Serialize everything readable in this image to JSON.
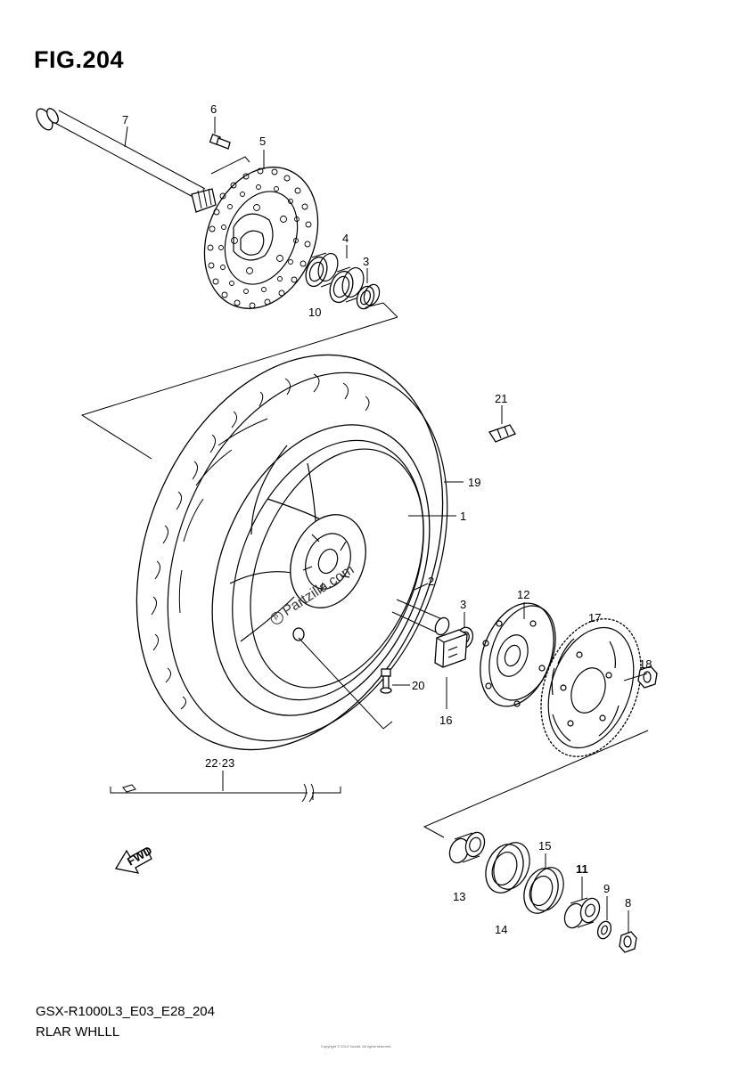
{
  "title": "FIG.204",
  "model_code": "GSX-R1000L3_E03_E28_204",
  "section_name": "RLAR WHLLL",
  "watermark": "Partzilla.com",
  "watermark_mark": "P",
  "copyright": "Copyright © 2013 Suzuki. All rights reserved.",
  "callouts": {
    "c1": "1",
    "c2": "2",
    "c3a": "3",
    "c3b": "3",
    "c4": "4",
    "c5": "5",
    "c6": "6",
    "c7": "7",
    "c8": "8",
    "c9": "9",
    "c10": "10",
    "c11": "11",
    "c12": "12",
    "c13": "13",
    "c14": "14",
    "c15": "15",
    "c16": "16",
    "c17": "17",
    "c18": "18",
    "c19": "19",
    "c20": "20",
    "c21": "21",
    "c2223": "22·23"
  },
  "direction_label": "FWD"
}
